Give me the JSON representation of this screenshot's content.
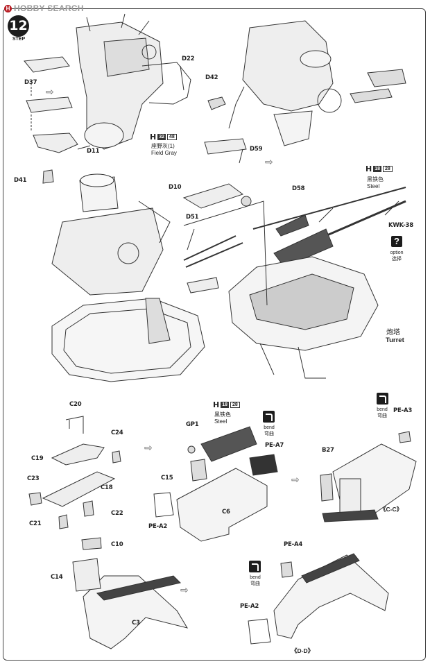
{
  "watermark": "HOBBY SEARCH",
  "step": {
    "number": "12",
    "label": "STEP"
  },
  "parts": {
    "D22": "D22",
    "D37": "D37",
    "D11": "D11",
    "D41": "D41",
    "D42": "D42",
    "D59": "D59",
    "D10": "D10",
    "D51": "D51",
    "D58": "D58",
    "KWK38": "KWK-38",
    "C20": "C20",
    "C24": "C24",
    "C19": "C19",
    "C18": "C18",
    "C23": "C23",
    "C21": "C21",
    "C22": "C22",
    "GP1": "GP1",
    "C15": "C15",
    "PE_A2_top": "PE-A2",
    "C6": "C6",
    "PE_A7": "PE-A7",
    "PE_A3": "PE-A3",
    "B27": "B27",
    "C10": "C10",
    "C14": "C14",
    "C3": "C3",
    "PE_A4": "PE-A4",
    "PE_A2_bottom": "PE-A2"
  },
  "colors": [
    {
      "letter": "H",
      "code1": "32",
      "code2": "48",
      "name_cn": "座野灰(1)",
      "name_en": "Field Gray"
    },
    {
      "letter": "H",
      "code1": "18",
      "code2": "28",
      "name_cn": "黑铁色",
      "name_en": "Steel"
    },
    {
      "letter": "H",
      "code1": "18",
      "code2": "28",
      "name_cn": "黑铁色",
      "name_en": "Steel"
    }
  ],
  "option": {
    "en": "option",
    "cn": "选择"
  },
  "bend": {
    "en": "bend",
    "cn": "弯曲"
  },
  "turret": {
    "cn": "炮塔",
    "en": "Turret"
  },
  "sections": {
    "cc": "《C-C》",
    "dd": "《D-D》"
  }
}
